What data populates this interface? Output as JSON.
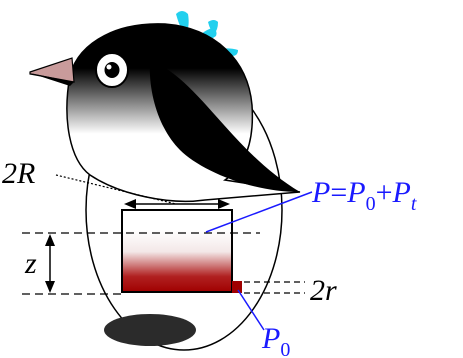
{
  "labels": {
    "two_R": "2R",
    "z": "z",
    "two_r": "2r",
    "P_eq": {
      "P": "P",
      "eq": "=",
      "sub0": "0",
      "plus": "+",
      "Pt": "P",
      "subt": "t"
    },
    "P0": {
      "P": "P",
      "sub": "0"
    }
  },
  "colors": {
    "label_blue": "#1a1aff",
    "splash": "#22d0ee",
    "liquid_top": "#ffffff",
    "liquid_bottom": "#a00000",
    "outline": "#000000",
    "beak": "#c99b9b",
    "foot": "#2b2b2b"
  },
  "icons": {
    "penguin": "penguin-body",
    "eye": "eye-icon",
    "splash": "sweat-splash-icon"
  }
}
